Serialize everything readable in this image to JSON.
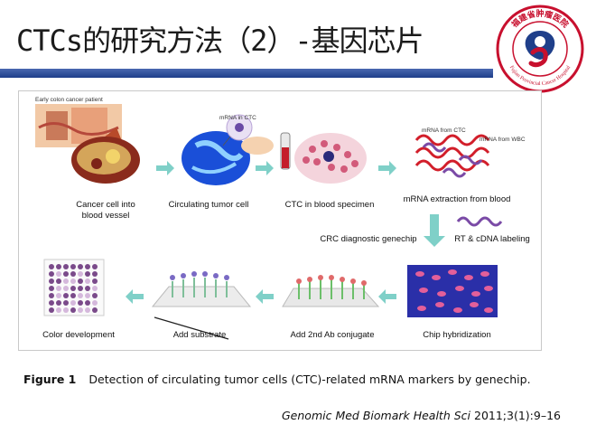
{
  "slide": {
    "title": "CTCs的研究方法（2）-基因芯片"
  },
  "logo": {
    "arc_text_cn": "福建省肿瘤医院",
    "arc_text_en": "Fujian Provincial Cancer Hospital",
    "colors": {
      "ring": "#c8102e",
      "inner": "#1f3f8a"
    }
  },
  "figure": {
    "labels": {
      "early_patient": "Early colon cancer patient",
      "mrna_in_ctc": "mRNA in CTC",
      "mrna_from_ctc": "mRNA from CTC",
      "mrna_from_wbc": "mRNA from WBC",
      "step1_line1": "Cancer cell into",
      "step1_line2": "blood vessel",
      "step2": "Circulating tumor cell",
      "step3": "CTC in blood specimen",
      "step4": "mRNA extraction from blood",
      "crc_genechip": "CRC diagnostic genechip",
      "rt_labeling": "RT & cDNA labeling",
      "step5": "Chip hybridization",
      "step6": "Add 2nd Ab conjugate",
      "step7": "Add substrate",
      "step8": "Color development"
    }
  },
  "caption": {
    "figure_num": "Figure 1",
    "text": "Detection of circulating tumor cells (CTC)-related mRNA markers by genechip."
  },
  "citation": {
    "journal": "Genomic Med Biomark Health Sci",
    "details": "2011;3(1):9–16"
  }
}
